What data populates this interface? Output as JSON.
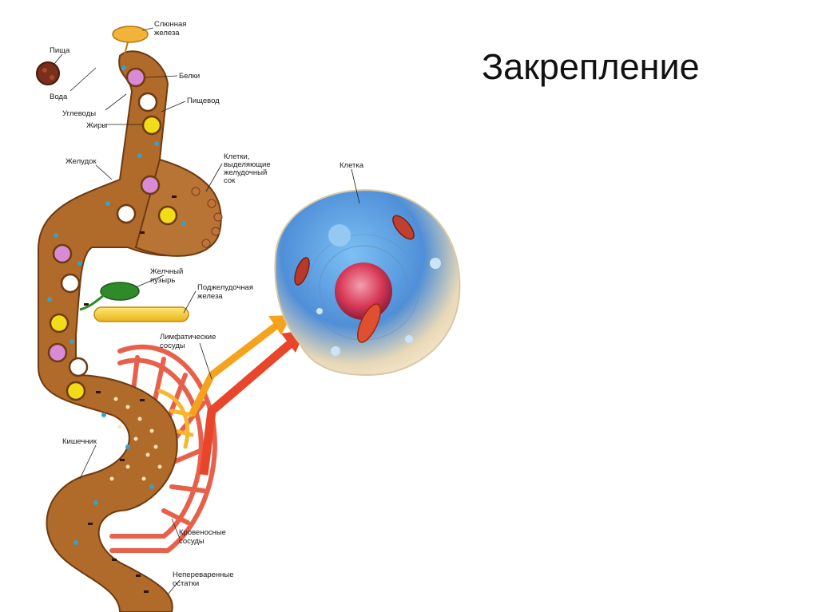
{
  "slide": {
    "title": "Закрепление"
  },
  "diagram": {
    "labels": {
      "salivary_gland": [
        "Слюнная",
        "железа"
      ],
      "food": "Пища",
      "water": "Вода",
      "carbohydrates": "Углеводы",
      "fats": "Жиры",
      "proteins": "Белки",
      "esophagus": "Пищевод",
      "stomach": "Желудок",
      "gastric_cells": [
        "Клетки,",
        "выделяющие",
        "желудочный",
        "сок"
      ],
      "gallbladder": [
        "Желчный",
        "пузырь"
      ],
      "pancreas": [
        "Поджелудочная",
        "железа"
      ],
      "lymph_vessels": [
        "Лимфатические",
        "сосуды"
      ],
      "intestine": "Кишечник",
      "blood_vessels": [
        "Кровеносные",
        "сосуды"
      ],
      "undigested": [
        "Непереваренные",
        "остатки"
      ],
      "cell": "Клетка"
    },
    "colors": {
      "tract": "#b06a2a",
      "tract_outline": "#6e3a10",
      "proteins": "#d98ad6",
      "fats": "#f2dc1a",
      "carbohydrates": "#ffffff",
      "salivary_gland": "#f3b23a",
      "gallbladder": "#2f8a2a",
      "pancreas": "#f4c533",
      "lymph": "#f5a31c",
      "blood": "#e8452a",
      "cell_cytoplasm": "#5aa0e0",
      "cell_nucleus": "#d9405a"
    }
  }
}
